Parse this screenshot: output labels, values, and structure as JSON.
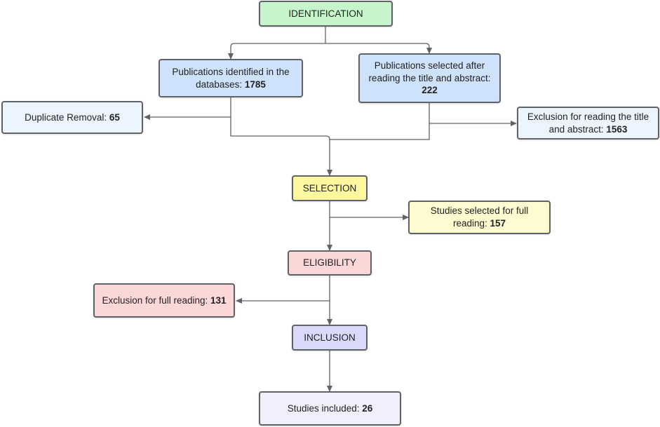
{
  "nodes": {
    "identification": {
      "label": "IDENTIFICATION"
    },
    "identified": {
      "text": "Publications identified in the databases: ",
      "value": "1785"
    },
    "selected_title": {
      "text": "Publications selected after reading the title and abstract: ",
      "value": "222"
    },
    "duplicate": {
      "text": "Duplicate Removal: ",
      "value": "65"
    },
    "exclusion_title": {
      "text": "Exclusion for reading the title and abstract: ",
      "value": "1563"
    },
    "selection": {
      "label": "SELECTION"
    },
    "full_reading": {
      "text": "Studies selected for full reading: ",
      "value": "157"
    },
    "eligibility": {
      "label": "ELIGIBILITY"
    },
    "exclusion_full": {
      "text": "Exclusion for full reading: ",
      "value": "131"
    },
    "inclusion": {
      "label": "INCLUSION"
    },
    "included": {
      "text": "Studies included: ",
      "value": "26"
    }
  },
  "colors": {
    "identification": "#c6f5cc",
    "identified": "#cfe2fb",
    "side_blue": "#ecf4fe",
    "selection": "#fdf8a0",
    "side_yellow": "#fdfbd0",
    "eligibility": "#fcd7d7",
    "inclusion": "#d9d9fa",
    "included": "#f0f0fd",
    "border": "#5f6368"
  }
}
